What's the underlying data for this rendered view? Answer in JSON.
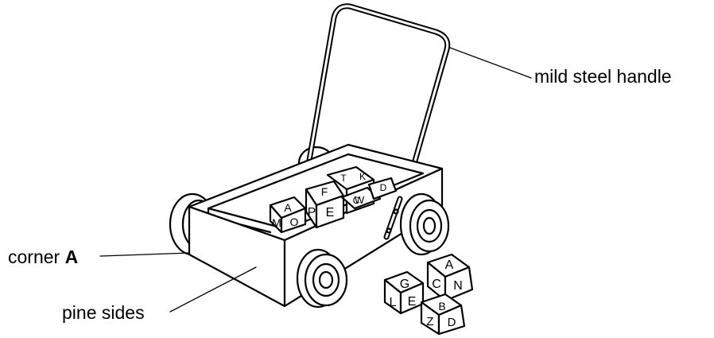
{
  "labels": {
    "handle": "mild steel handle",
    "corner_prefix": "corner",
    "corner_letter": "A",
    "sides": "pine sides"
  },
  "blocks": {
    "m_block": [
      "A",
      "M",
      "O"
    ],
    "e_block": [
      "F",
      "P",
      "E"
    ],
    "cart_back_blocks": [
      "T",
      "K",
      "W",
      "D",
      "C"
    ],
    "floor_block_1": [
      "A",
      "C",
      "N"
    ],
    "floor_block_2": [
      "G",
      "L",
      "E"
    ],
    "floor_block_3": [
      "B",
      "Z",
      "D"
    ]
  }
}
